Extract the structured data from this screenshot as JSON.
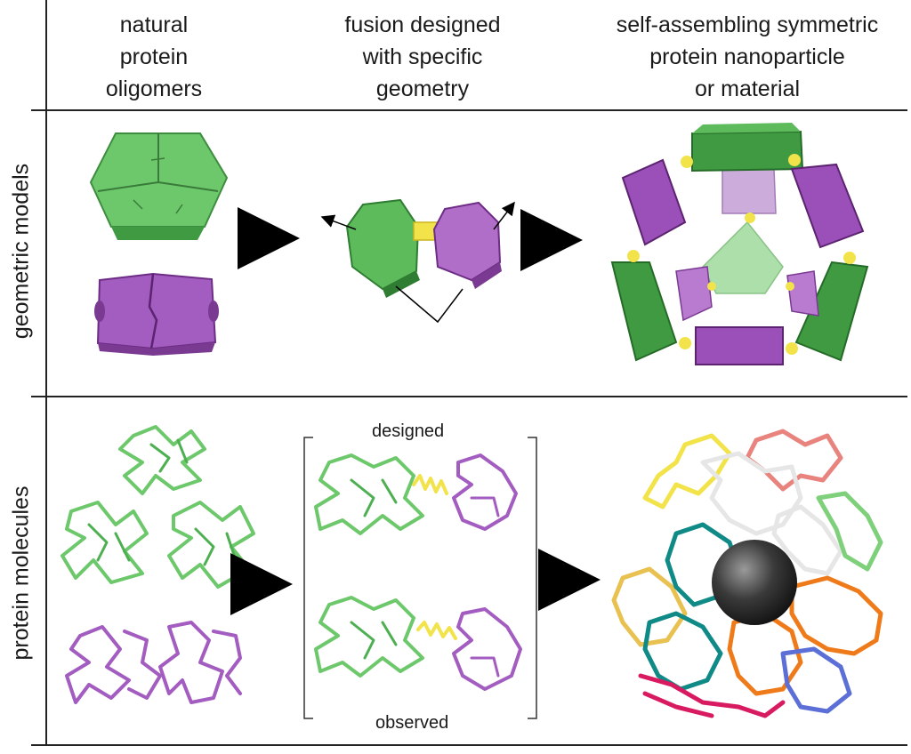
{
  "columns": [
    {
      "lines": [
        "natural",
        "protein",
        "oligomers"
      ]
    },
    {
      "lines": [
        "fusion designed",
        "with specific",
        "geometry"
      ]
    },
    {
      "lines": [
        "self-assembling symmetric",
        "protein nanoparticle",
        "or material"
      ]
    }
  ],
  "rows": {
    "geometric": "geometric models",
    "molecules": "protein molecules"
  },
  "comparison": {
    "designed": "designed",
    "observed": "observed"
  },
  "colors": {
    "green": "#4caf50",
    "green_light": "#7fd07a",
    "green_dark": "#2f7d32",
    "purple": "#9b4fb8",
    "purple_light": "#b97bd0",
    "yellow_linker": "#f2e34a",
    "teal": "#0f8a86",
    "orange": "#ef7a1a",
    "pink": "#d81b60",
    "salmon": "#e8837e",
    "blue": "#5c6fd6",
    "gold": "#e8c150",
    "white_chain": "#e6e6e6",
    "core": "#3a3a3a"
  }
}
